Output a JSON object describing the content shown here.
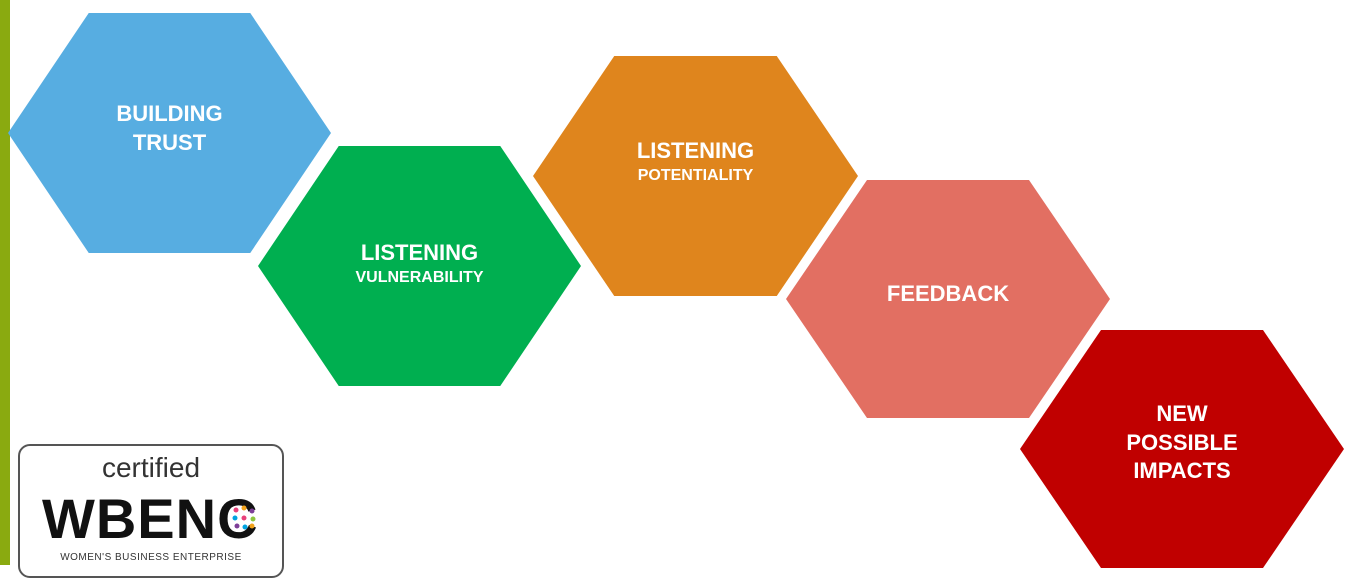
{
  "hexagons": [
    {
      "lines": [
        "BUILDING",
        "TRUST"
      ],
      "color": "#57ade1"
    },
    {
      "title": "LISTENING",
      "subtitle": "VULNERABILITY",
      "color": "#00af50"
    },
    {
      "title": "LISTENING",
      "subtitle": "POTENTIALITY",
      "color": "#df851d"
    },
    {
      "title": "FEEDBACK",
      "color": "#e26f62"
    },
    {
      "lines": [
        "NEW",
        "POSSIBLE",
        "IMPACTS"
      ],
      "color": "#c00000"
    }
  ],
  "badge": {
    "certified": "certified",
    "name": "WBENC",
    "subtitle": "WOMEN'S BUSINESS ENTERPRISE"
  },
  "accent_bar_color": "#8aaa10"
}
